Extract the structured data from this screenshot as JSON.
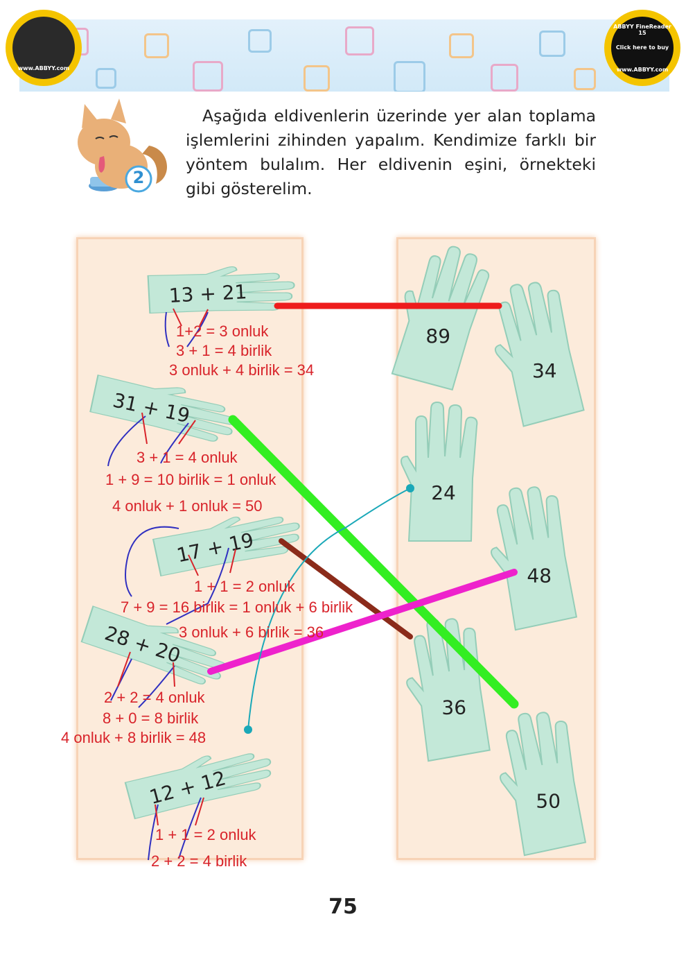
{
  "instructions": "Aşağıda eldivenlerin üzerinde yer alan toplama işlemlerini zihinden yapalım. Kendimize farklı bir yöntem bulalım. Her eldivenin eşini, örnekteki gibi gösterelim.",
  "activity_number": "2",
  "badge_right": {
    "top": "ABBYY FineReader 15",
    "middle": "Click here to buy",
    "bottom": "www.ABBYY.com"
  },
  "badge_left": {
    "bottom": "www.ABBYY.com"
  },
  "left_gloves": [
    {
      "expression": "13 + 21",
      "work": [
        "1+2 = 3 onluk",
        "3 + 1 = 4 birlik",
        "3 onluk + 4 birlik = 34"
      ]
    },
    {
      "expression": "31 + 19",
      "work": [
        "3 + 1 = 4 onluk",
        "1 + 9 = 10 birlik = 1 onluk",
        "4 onluk + 1 onluk = 50"
      ]
    },
    {
      "expression": "17 + 19",
      "work": [
        "1 + 1 = 2 onluk",
        "7 + 9 = 16 birlik = 1 onluk + 6 birlik",
        "3 onluk + 6 birlik = 36"
      ]
    },
    {
      "expression": "28 + 20",
      "work": [
        "2 + 2 = 4 onluk",
        "8 + 0 = 8 birlik",
        "4 onluk + 8 birlik = 48"
      ]
    },
    {
      "expression": "12 + 12",
      "work": [
        "1 + 1 = 2 onluk",
        "2 + 2 = 4 birlik"
      ]
    }
  ],
  "right_gloves": [
    "89",
    "34",
    "24",
    "48",
    "36",
    "50"
  ],
  "page_number": "75",
  "colors": {
    "match_red": "#ee1c1c",
    "match_green": "#33ee22",
    "match_brown": "#8b2b1a",
    "match_magenta": "#ee22cc",
    "match_cyan": "#1aa8b8",
    "annotation_red": "#d8232a",
    "annotation_blue": "#3030c0",
    "glove_fill": "#bfe8d8",
    "panel_fill": "#fcebdb"
  }
}
